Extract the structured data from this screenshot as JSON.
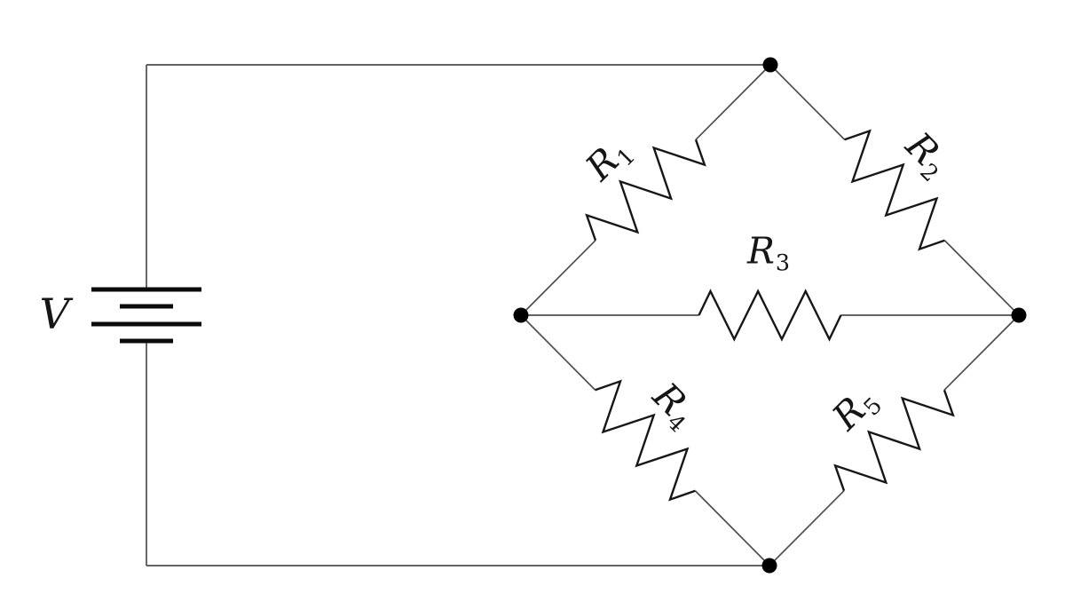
{
  "circuit": {
    "background_color": "#ffffff",
    "wire_color": "#4d4d4d",
    "ink_color": "#151515",
    "source": {
      "label_base": "V",
      "label_sub": ""
    },
    "resistors": [
      {
        "id": "r1",
        "label_base": "R",
        "label_sub": "1"
      },
      {
        "id": "r2",
        "label_base": "R",
        "label_sub": "2"
      },
      {
        "id": "r3",
        "label_base": "R",
        "label_sub": "3"
      },
      {
        "id": "r4",
        "label_base": "R",
        "label_sub": "4"
      },
      {
        "id": "r5",
        "label_base": "R",
        "label_sub": "5"
      }
    ]
  }
}
